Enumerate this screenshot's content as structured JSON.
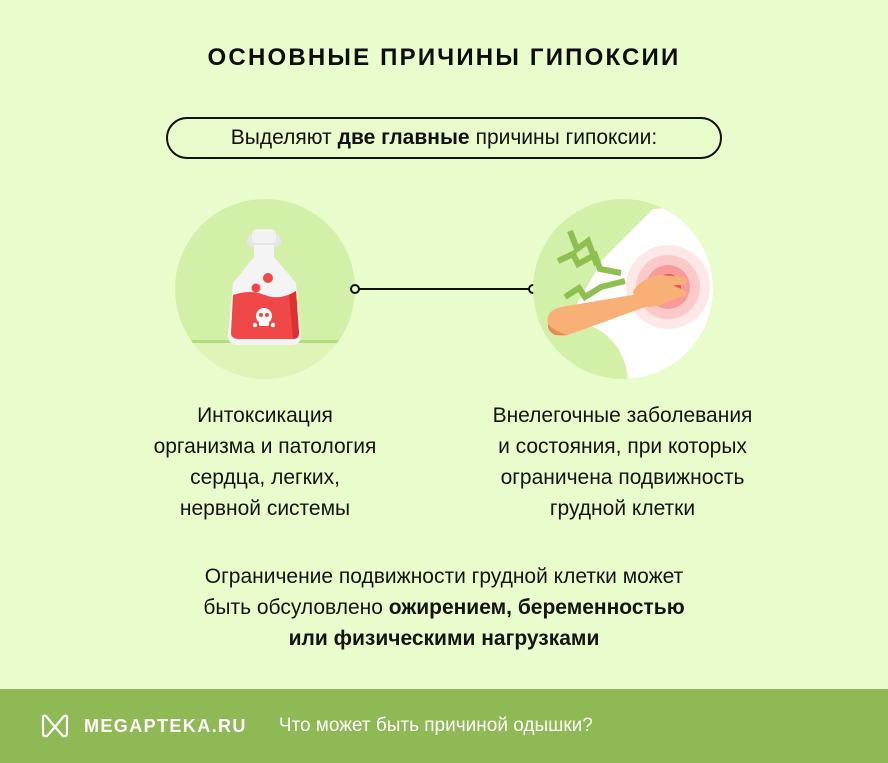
{
  "header": {
    "title": "ОСНОВНЫЕ ПРИЧИНЫ ГИПОКСИИ"
  },
  "intro": {
    "prefix": "Выделяют",
    "bold": "две главные",
    "suffix": "причины гипоксии:"
  },
  "causes": [
    {
      "icon": "poison-bottle-icon",
      "lines": [
        "Интоксикация",
        "организма и патология",
        "сердца, легких,",
        "нервной системы"
      ]
    },
    {
      "icon": "chest-pain-icon",
      "lines": [
        "Внелегочные заболевания",
        "и состояния, при которых",
        "ограничена подвижность",
        "грудной клетки"
      ]
    }
  ],
  "note": {
    "line1": "Ограничение подвижности грудной клетки может",
    "line2_prefix": "быть обсуловлено",
    "line2_bold": "ожирением, беременностью",
    "line3_bold": "или физическими нагрузками"
  },
  "footer": {
    "brand": "MEGAPTEKA.RU",
    "link": "Что может быть причиной одышки?"
  },
  "colors": {
    "background": "#e9fccb",
    "circle": "#d3f0a8",
    "footer": "#8fb954",
    "accent_red": "#f04040"
  }
}
